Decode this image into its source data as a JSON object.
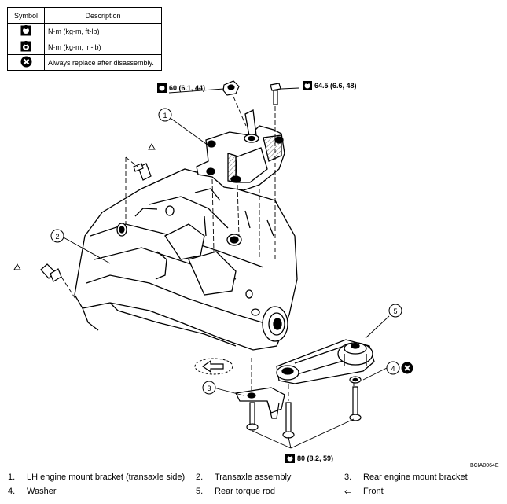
{
  "legend": {
    "header_symbol": "Symbol",
    "header_description": "Description",
    "rows": [
      {
        "icon": "torque-wrench-icon",
        "description": "N·m (kg-m, ft-lb)"
      },
      {
        "icon": "torque-wrench-small-icon",
        "description": "N·m (kg-m, in-lb)"
      },
      {
        "icon": "replace-x-icon",
        "description": "Always replace after disassembly."
      }
    ]
  },
  "torques": {
    "top_nut": "60 (6.1, 44)",
    "top_bolt": "64.5 (6.6, 48)",
    "bottom_bolts": "80 (8.2, 59)"
  },
  "callouts": [
    "1",
    "2",
    "3",
    "4",
    "5"
  ],
  "figure_code": "BCIA0064E",
  "captions": [
    {
      "num": "1.",
      "text": "LH engine mount bracket (transaxle side)"
    },
    {
      "num": "2.",
      "text": "Transaxle assembly"
    },
    {
      "num": "3.",
      "text": "Rear engine mount bracket"
    },
    {
      "num": "4.",
      "text": "Washer"
    },
    {
      "num": "5.",
      "text": "Rear torque rod"
    },
    {
      "num": "⇐",
      "text": "Front"
    }
  ]
}
